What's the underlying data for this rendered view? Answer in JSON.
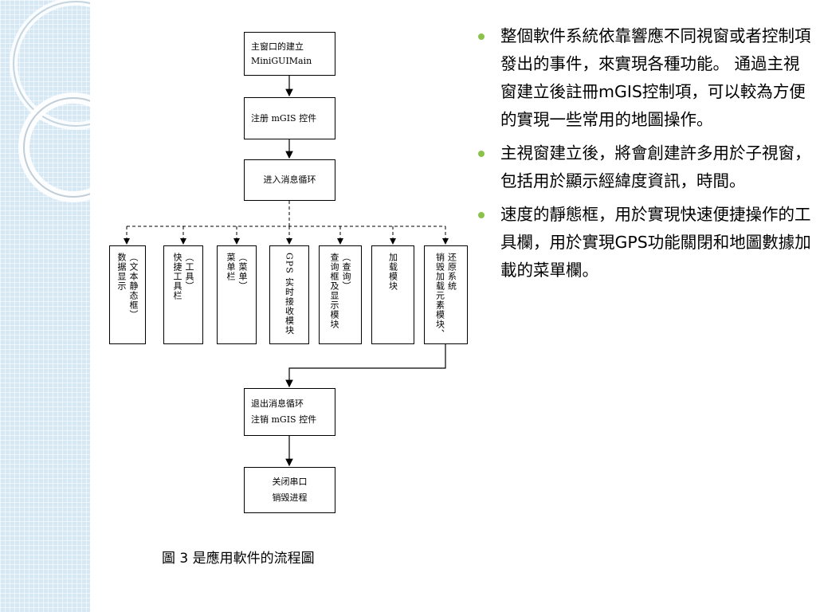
{
  "flowchart": {
    "step1": [
      "主窗口的建立",
      "MiniGUIMain"
    ],
    "step2": "注册 mGIS 控件",
    "step3": "进入消息循环",
    "modules": [
      {
        "cols": [
          "数据显示",
          "（文本静态框）"
        ]
      },
      {
        "cols": [
          "快捷工具栏",
          "（工具）"
        ]
      },
      {
        "cols": [
          "菜单栏",
          "（菜单）"
        ]
      },
      {
        "cols": [
          "GPS 实时接收模块"
        ]
      },
      {
        "cols": [
          "查询框及显示模块",
          "（查询）"
        ]
      },
      {
        "cols": [
          "加载模块"
        ]
      },
      {
        "cols": [
          "销毁加载元素模块、",
          "还原系统"
        ]
      }
    ],
    "step4": [
      "退出消息循环",
      "注销 mGIS 控件"
    ],
    "step5": [
      "关闭串口",
      "销毁进程"
    ]
  },
  "caption": "圖 3 是應用軟件的流程圖",
  "bullets": [
    "整個軟件系統依靠響應不同視窗或者控制項發出的事件，來實現各種功能。 通過主視窗建立後註冊mGIS控制項，可以較為方便的實現一些常用的地圖操作。",
    "主視窗建立後，將會創建許多用於子視窗，包括用於顯示經緯度資訊，時間。",
    "速度的靜態框，用於實現快速便捷操作的工具欄，用於實現GPS功能關閉和地圖數據加載的菜單欄。"
  ],
  "colors": {
    "bullet": "#8bc34a",
    "sidebar": "#d6e8f4"
  }
}
